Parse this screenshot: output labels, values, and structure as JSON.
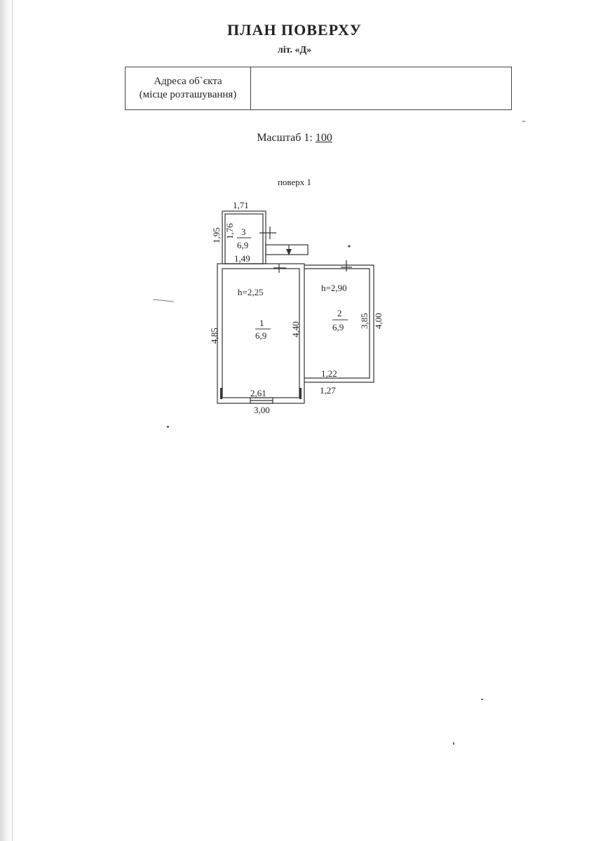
{
  "header": {
    "title": "ПЛАН ПОВЕРХУ",
    "subtitle": "літ. «Д»"
  },
  "address_table": {
    "label_line1": "Адреса об`єкта",
    "label_line2": "(місце розташування)",
    "value": ""
  },
  "scale": {
    "prefix": "Масштаб 1:",
    "value": "100"
  },
  "floor_label": "поверх 1",
  "plan": {
    "rooms": [
      {
        "number": "1",
        "area": "6,9",
        "height": "h=2,25"
      },
      {
        "number": "2",
        "area": "6,9",
        "height": "h=2,90"
      },
      {
        "number": "3",
        "area": "6,9"
      }
    ],
    "dimensions": {
      "room3_top": "1,71",
      "room3_outer_left": "1,95",
      "room3_inner_left": "1,76",
      "room3_bottom": "1,49",
      "room1_left": "4,85",
      "room1_right": "4,40",
      "room1_inner_bottom": "2,61",
      "room1_outer_bottom": "3,00",
      "room2_inner_right": "3,85",
      "room2_outer_right": "4,00",
      "room2_inner_bottom": "1,22",
      "room2_outer_bottom": "1,27"
    }
  }
}
